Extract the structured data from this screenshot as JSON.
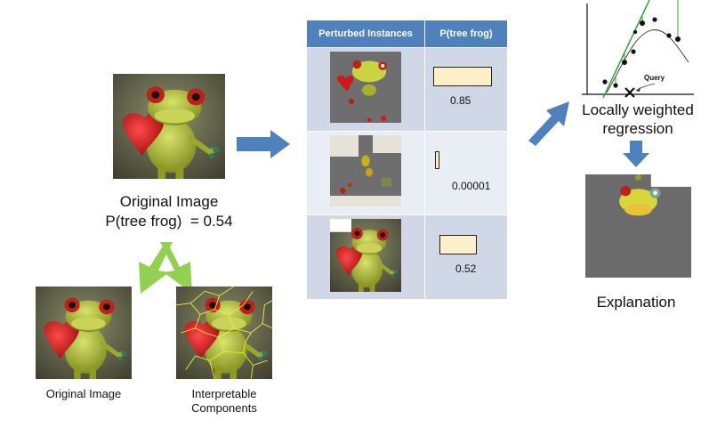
{
  "original": {
    "title": "Original Image",
    "probability_label": "P(tree frog)  = 0.54"
  },
  "bottom": {
    "original_label": "Original Image",
    "components_label": "Interpretable\nComponents"
  },
  "table": {
    "headers": [
      "Perturbed Instances",
      "P(tree frog)"
    ],
    "rows": [
      {
        "probability": "0.85",
        "value": 0.85
      },
      {
        "probability": "0.00001",
        "value": 1e-05
      },
      {
        "probability": "0.52",
        "value": 0.52
      }
    ]
  },
  "regression": {
    "label": "Locally weighted\nregression",
    "query_label": "Query"
  },
  "explanation": {
    "label": "Explanation"
  },
  "colors": {
    "header_blue": "#4f81bd",
    "row_dark": "#d0d8e8",
    "row_light": "#e9edf4",
    "arrow_blue": "#4f81bd",
    "arrow_green": "#92d050",
    "bar_fill": "#fdefc7"
  }
}
